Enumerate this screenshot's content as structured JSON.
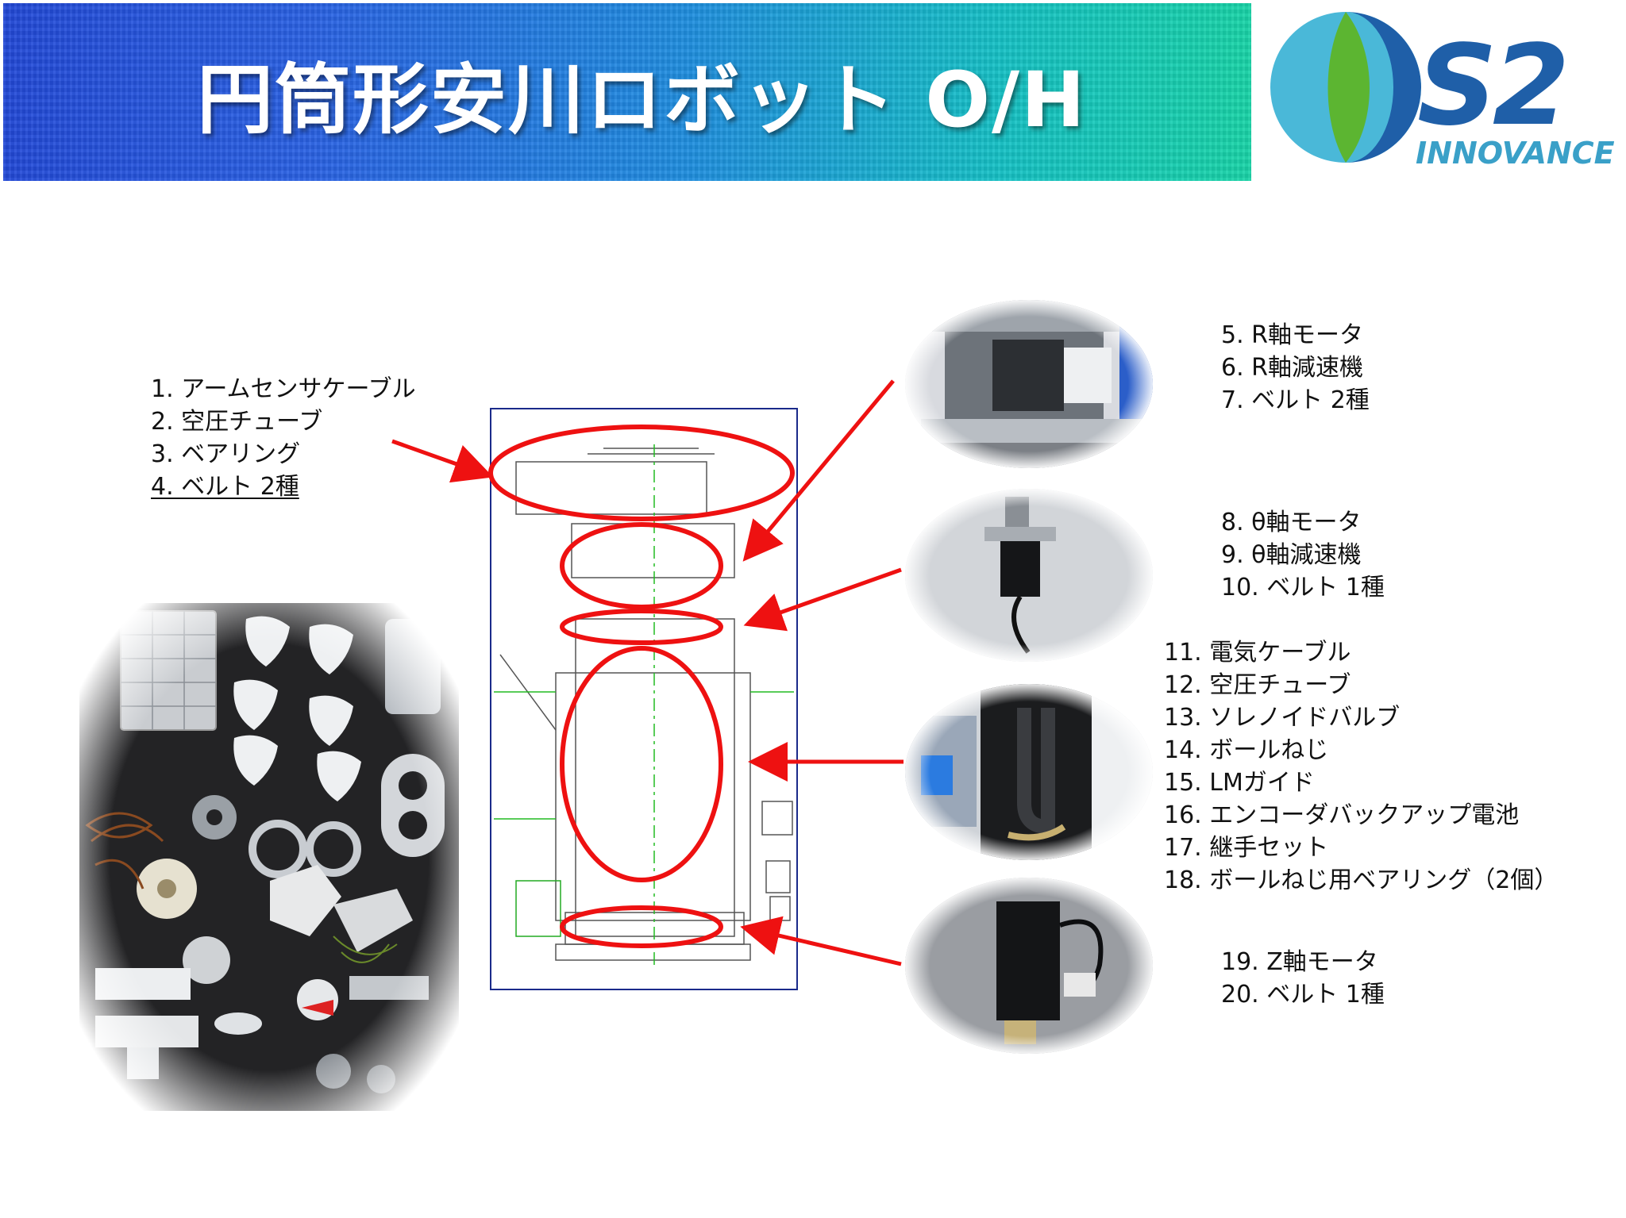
{
  "header": {
    "title": "円筒形安川ロボット O/H",
    "logo": {
      "name": "S2",
      "subtitle": "INNOVANCE",
      "colors": {
        "blue": "#1f5fa8",
        "green": "#5cb531",
        "cyan": "#4ab8d8"
      }
    }
  },
  "groups": [
    {
      "items": [
        "1. アームセンサケーブル",
        "2. 空圧チューブ",
        "3. ベアリング",
        "4. ベルト 2種"
      ],
      "underlined_index": 3
    },
    {
      "items": [
        "5. R軸モータ",
        "6. R軸減速機",
        "7. ベルト 2種"
      ]
    },
    {
      "items": [
        "8. θ軸モータ",
        "9. θ軸減速機",
        "10. ベルト 1種"
      ]
    },
    {
      "items": [
        "11. 電気ケーブル",
        "12. 空圧チューブ",
        "13. ソレノイドバルブ",
        "14. ボールねじ",
        "15. LMガイド",
        "16. エンコーダバックアップ電池",
        "17. 継手セット",
        "18. ボールねじ用ベアリング（2個）"
      ]
    },
    {
      "items": [
        "19. Z軸モータ",
        "20. ベルト 1種"
      ]
    }
  ],
  "colors": {
    "highlight": "#ee1111",
    "drawing_frame": "#1a2a8a",
    "drawing_line": "#444444",
    "centerline": "#22bb22"
  }
}
